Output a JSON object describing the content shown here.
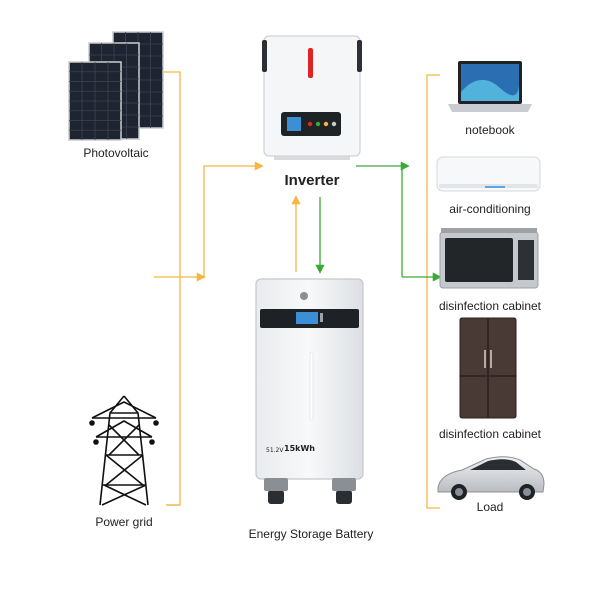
{
  "colors": {
    "solar_line": "#f5b642",
    "load_line": "#3aaa35",
    "panel_dark": "#1e2430",
    "inverter_red": "#e02424",
    "battery_screen": "#1c2a3a"
  },
  "sources": {
    "photovoltaic": "Photovoltaic",
    "power_grid": "Power grid"
  },
  "center": {
    "inverter": "Inverter",
    "battery": "Energy Storage Battery",
    "battery_badge": "15kWh",
    "battery_voltage": "51.2V"
  },
  "loads": [
    {
      "label": "notebook",
      "icon": "laptop-icon"
    },
    {
      "label": "air-conditioning",
      "icon": "air-conditioner-icon"
    },
    {
      "label": "disinfection cabinet",
      "icon": "microwave-icon"
    },
    {
      "label": "disinfection cabinet",
      "icon": "refrigerator-icon"
    },
    {
      "label": "Load",
      "icon": "car-icon"
    }
  ]
}
